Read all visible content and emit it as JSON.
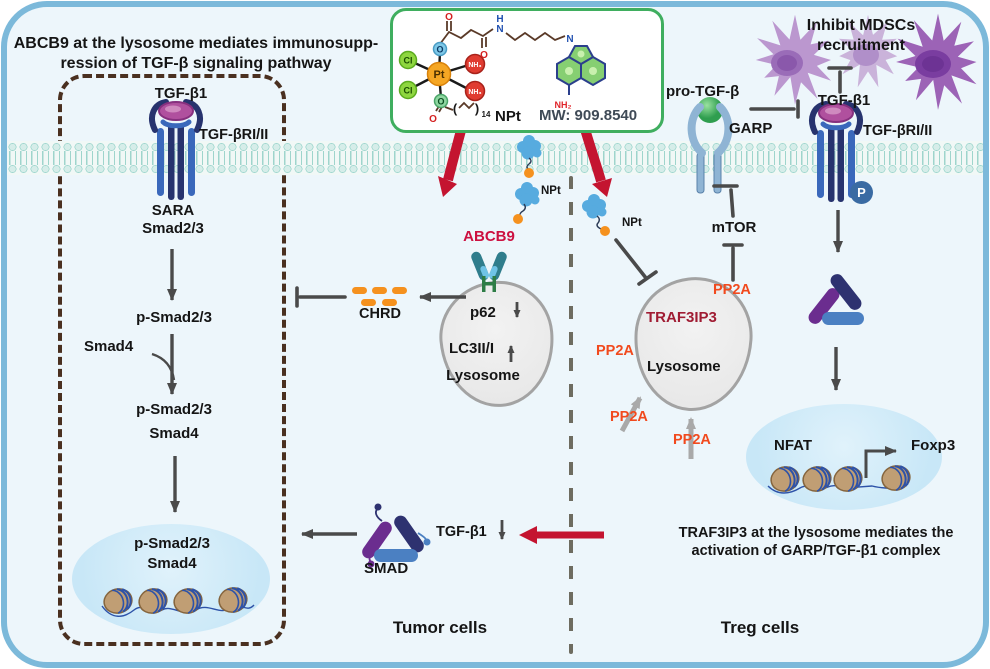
{
  "panel": {
    "tumor_title_line1": "ABCB9 at the lysosome mediates immunosupp-",
    "tumor_title_line2": "ression of TGF-β signaling pathway",
    "treg_caption_line1": "TRAF3IP3 at the lysosome mediates the",
    "treg_caption_line2": "activation of GARP/TGF-β1 complex",
    "tumor_cells_label": "Tumor cells",
    "treg_cells_label": "Treg cells"
  },
  "mdsc": {
    "line1": "Inhibit MDSCs",
    "line2": "recruitment"
  },
  "compound": {
    "name": "NPt",
    "molecular_weight": "MW: 909.8540",
    "atoms": {
      "pt": "Pt",
      "cl1": "Cl",
      "cl2": "Cl",
      "nh3_1": "NH₃",
      "nh3_2": "NH₃",
      "o_top": "O",
      "o_bottom": "O",
      "o_ester": "O",
      "o_amide": "O",
      "o_tail": "O",
      "h_amide": "H",
      "n_amide": "N",
      "n_ring": "N",
      "nh2": "NH₂",
      "paren_l": "(",
      "paren_r": ")",
      "repeat": "14"
    }
  },
  "tumor_pathway": {
    "tgfb1": "TGF-β1",
    "receptor": "TGF-βRI/II",
    "sara": "SARA",
    "smad23": "Smad2/3",
    "p_smad23_a": "p-Smad2/3",
    "smad4_side": "Smad4",
    "p_smad23_b": "p-Smad2/3",
    "smad4_b": "Smad4",
    "nucleus_p_smad23": "p-Smad2/3",
    "nucleus_smad4": "Smad4",
    "chrd": "CHRD",
    "smad_complex": "SMAD",
    "tgfb1_low": "TGF-β1"
  },
  "autophagy": {
    "abcb9": "ABCB9",
    "p62": "p62",
    "lc3": "LC3II/I",
    "lysosome": "Lysosome",
    "npt_tag1": "NPt",
    "npt_tag2": "NPt"
  },
  "treg_pathway": {
    "pro_tgfb": "pro-TGF-β",
    "garp": "GARP",
    "tgfb1": "TGF-β1",
    "receptor": "TGF-βRI/II",
    "phospho": "P",
    "mtor": "mTOR",
    "traf3ip3": "TRAF3IP3",
    "lysosome": "Lysosome",
    "pp2a_1": "PP2A",
    "pp2a_2": "PP2A",
    "pp2a_3": "PP2A",
    "pp2a_4": "PP2A",
    "nfat": "NFAT",
    "foxp3": "Foxp3"
  },
  "colors": {
    "frame": "#7cb9da",
    "background": "#edf6fb",
    "inhibit_red_arrow": "#c41430",
    "abcb9_red": "#cc1040",
    "traf3ip3_red": "#a01c33",
    "pp2a_orange": "#f14a1e",
    "chrd_orange": "#f5911e",
    "membrane_teal": "#8ccfc5",
    "npt_blue": "#57abdf",
    "compound_box_green": "#3fae5f"
  }
}
